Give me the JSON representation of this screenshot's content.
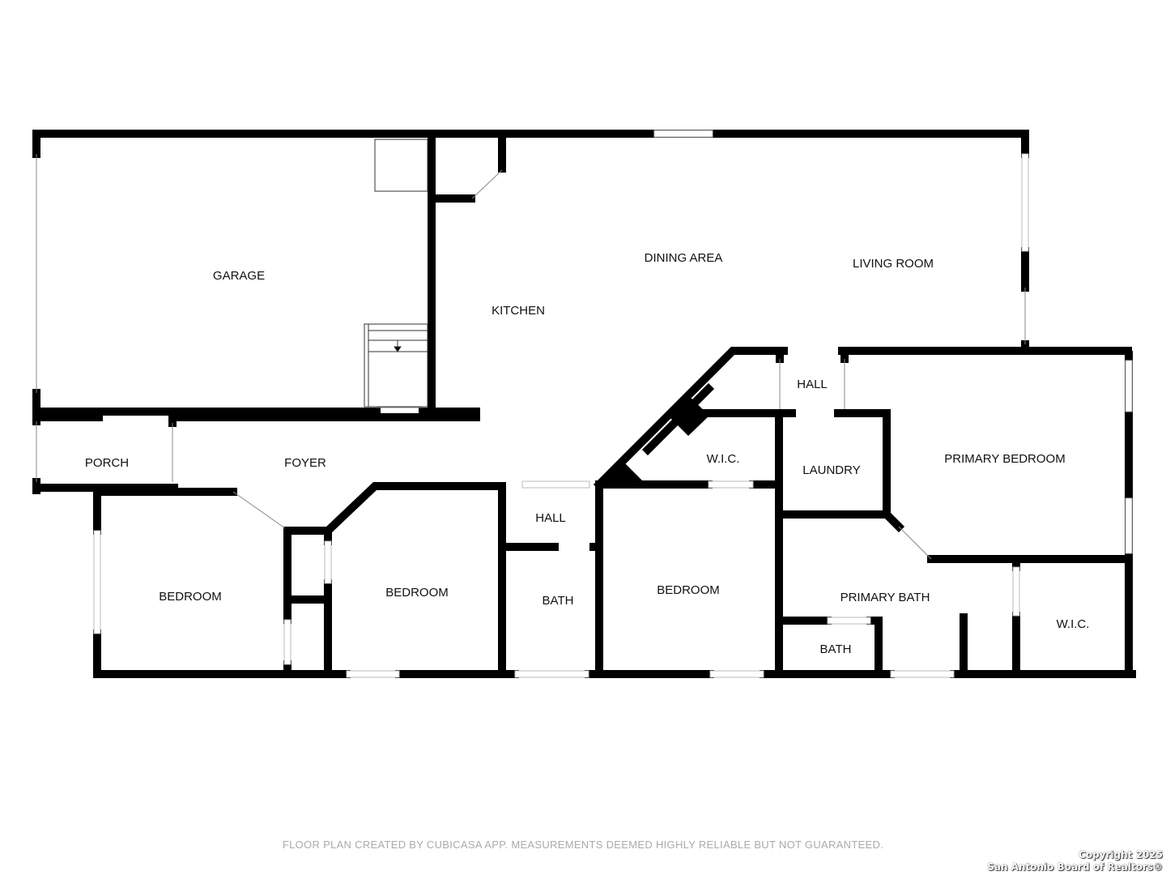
{
  "rooms": {
    "garage": "GARAGE",
    "kitchen": "KITCHEN",
    "dining": "DINING AREA",
    "living": "LIVING ROOM",
    "hall_upper": "HALL",
    "porch": "PORCH",
    "foyer": "FOYER",
    "wic_center": "W.I.C.",
    "laundry": "LAUNDRY",
    "primary_bedroom": "PRIMARY BEDROOM",
    "bedroom_left": "BEDROOM",
    "bedroom_mid": "BEDROOM",
    "hall_lower": "HALL",
    "bath": "BATH",
    "bedroom_right": "BEDROOM",
    "primary_bath": "PRIMARY BATH",
    "bath_small": "BATH",
    "wic_right": "W.I.C."
  },
  "footer": "FLOOR PLAN CREATED BY CUBICASA APP. MEASUREMENTS DEEMED HIGHLY RELIABLE BUT NOT GUARANTEED.",
  "copyright": {
    "line1": "Copyright 2025",
    "line2": "San Antonio Board of Realtors®"
  }
}
